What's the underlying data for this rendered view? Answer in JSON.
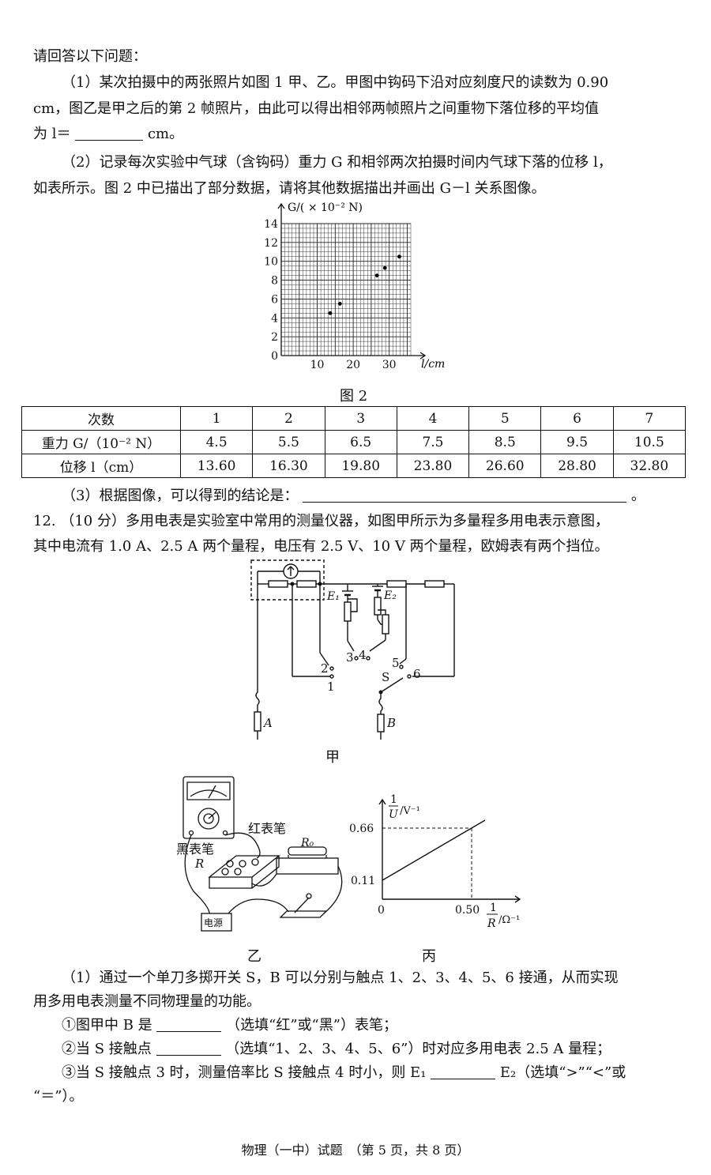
{
  "intro": "请回答以下问题：",
  "q1": {
    "line1": "（1）某次拍摄中的两张照片如图 1 甲、乙。甲图中钩码下沿对应刻度尺的读数为 0.90",
    "line2": "cm，图乙是甲之后的第 2 帧照片，由此可以得出相邻两帧照片之间重物下落位移的平均值",
    "line3_prefix": "为 l＝",
    "line3_suffix": "cm。"
  },
  "q2": {
    "line1": "（2）记录每次实验中气球（含钩码）重力 G 和相邻两次拍摄时间内气球下落的位移 l，",
    "line2": "如表所示。图 2 中已描出了部分数据，请将其他数据描出并画出 G－l 关系图像。"
  },
  "chart_data": {
    "type": "scatter",
    "ylabel": "G/( × 10⁻² N)",
    "xlabel": "l/cm",
    "y_ticks": [
      "0",
      "2",
      "4",
      "6",
      "8",
      "10",
      "12",
      "14"
    ],
    "x_ticks": [
      "10",
      "20",
      "30"
    ],
    "xlim": [
      0,
      36
    ],
    "ylim": [
      0,
      14
    ],
    "grid": true,
    "points": [
      {
        "x": 13.6,
        "y": 4.5
      },
      {
        "x": 16.3,
        "y": 5.5
      },
      {
        "x": 26.6,
        "y": 8.5
      },
      {
        "x": 28.8,
        "y": 9.3
      },
      {
        "x": 32.8,
        "y": 10.5
      }
    ],
    "caption": "图 2"
  },
  "table": {
    "headers": [
      "次数",
      "1",
      "2",
      "3",
      "4",
      "5",
      "6",
      "7"
    ],
    "row_g_label": "重力 G/（10⁻² N）",
    "row_g": [
      "4.5",
      "5.5",
      "6.5",
      "7.5",
      "8.5",
      "9.5",
      "10.5"
    ],
    "row_l_label": "位移 l（cm）",
    "row_l": [
      "13.60",
      "16.30",
      "19.80",
      "23.80",
      "26.60",
      "28.80",
      "32.80"
    ]
  },
  "q3": {
    "prefix": "（3）根据图像，可以得到的结论是：",
    "suffix": "。"
  },
  "q12": {
    "line1": "12. （10 分）多用电表是实验室中常用的测量仪器，如图甲所示为多量程多用电表示意图，",
    "line2": "其中电流有 1.0 A、2.5 A 两个量程，电压有 2.5 V、10 V 两个量程，欧姆表有两个挡位。"
  },
  "circuit": {
    "e1": "E₁",
    "e2": "E₂",
    "c1": "1",
    "c2": "2",
    "c3": "3",
    "c4": "4",
    "c5": "5",
    "c6": "6",
    "s": "S",
    "a": "A",
    "b": "B",
    "caption": "甲"
  },
  "setup": {
    "red_probe": "红表笔",
    "black_probe": "黑表笔",
    "r": "R",
    "r0": "R₀",
    "power": "电源",
    "caption": "乙"
  },
  "graph": {
    "y_label_num": "1",
    "y_label_den": "U",
    "y_unit": "/V⁻¹",
    "x_label_num": "1",
    "x_label_den": "R",
    "x_unit": "/Ω⁻¹",
    "origin": "0",
    "y_intercept": "0.11",
    "y_mark": "0.66",
    "x_mark": "0.50",
    "caption": "丙"
  },
  "sub": {
    "l1": "（1）通过一个单刀多掷开关 S，B 可以分别与触点 1、2、3、4、5、6 接通，从而实现",
    "l2": "用多用电表测量不同物理量的功能。",
    "a_prefix": "①图甲中 B 是",
    "a_suffix": "（选填“红”或“黑”）表笔；",
    "b_prefix": "②当 S 接触点",
    "b_suffix": "（选填“1、2、3、4、5、6”）时对应多用电表 2.5 A 量程；",
    "c_prefix": "③当 S 接触点 3 时，测量倍率比 S 接触点 4 时小，则 E₁",
    "c_suffix": "E₂（选填“>”“<”或",
    "c_line2": "“＝”）。"
  },
  "footer": "物理（一中）试题　（第 5 页，共 8 页）"
}
